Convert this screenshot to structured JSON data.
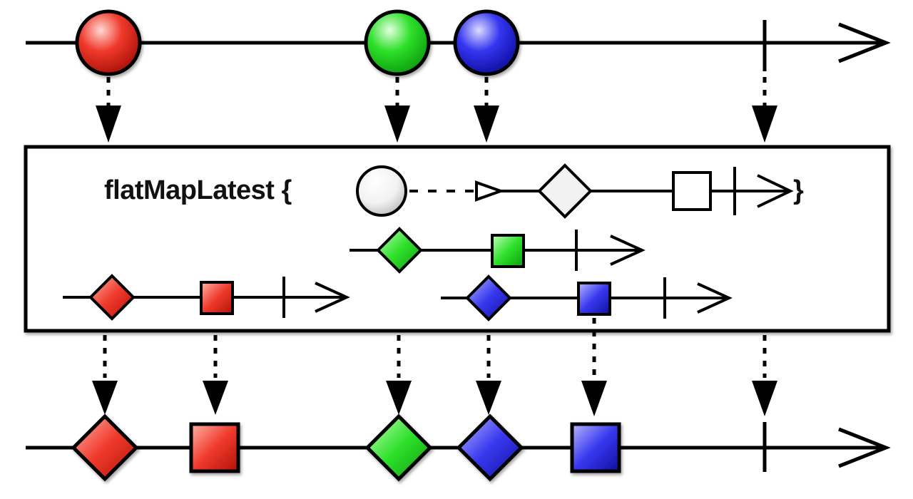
{
  "operator": {
    "label": "flatMapLatest {",
    "closing_brace": "}"
  },
  "colors": {
    "red": "#e8231a",
    "green": "#1ed21e",
    "blue": "#2424e6",
    "template": "#e8e8e8",
    "stroke": "#000000"
  },
  "input_stream": {
    "items": [
      {
        "shape": "circle",
        "color": "red"
      },
      {
        "shape": "circle",
        "color": "green"
      },
      {
        "shape": "circle",
        "color": "blue"
      }
    ],
    "completes": true
  },
  "operator_template": [
    "circle",
    "diamond",
    "square",
    "complete"
  ],
  "inner_streams": [
    {
      "color": "red",
      "items": [
        "diamond",
        "square"
      ],
      "completes": true
    },
    {
      "color": "green",
      "items": [
        "diamond",
        "square"
      ],
      "completes": true
    },
    {
      "color": "blue",
      "items": [
        "diamond",
        "square"
      ],
      "completes": true
    }
  ],
  "output_stream": {
    "items": [
      {
        "shape": "diamond",
        "color": "red"
      },
      {
        "shape": "square",
        "color": "red"
      },
      {
        "shape": "diamond",
        "color": "green"
      },
      {
        "shape": "diamond",
        "color": "blue"
      },
      {
        "shape": "square",
        "color": "blue"
      }
    ],
    "completes": true
  }
}
